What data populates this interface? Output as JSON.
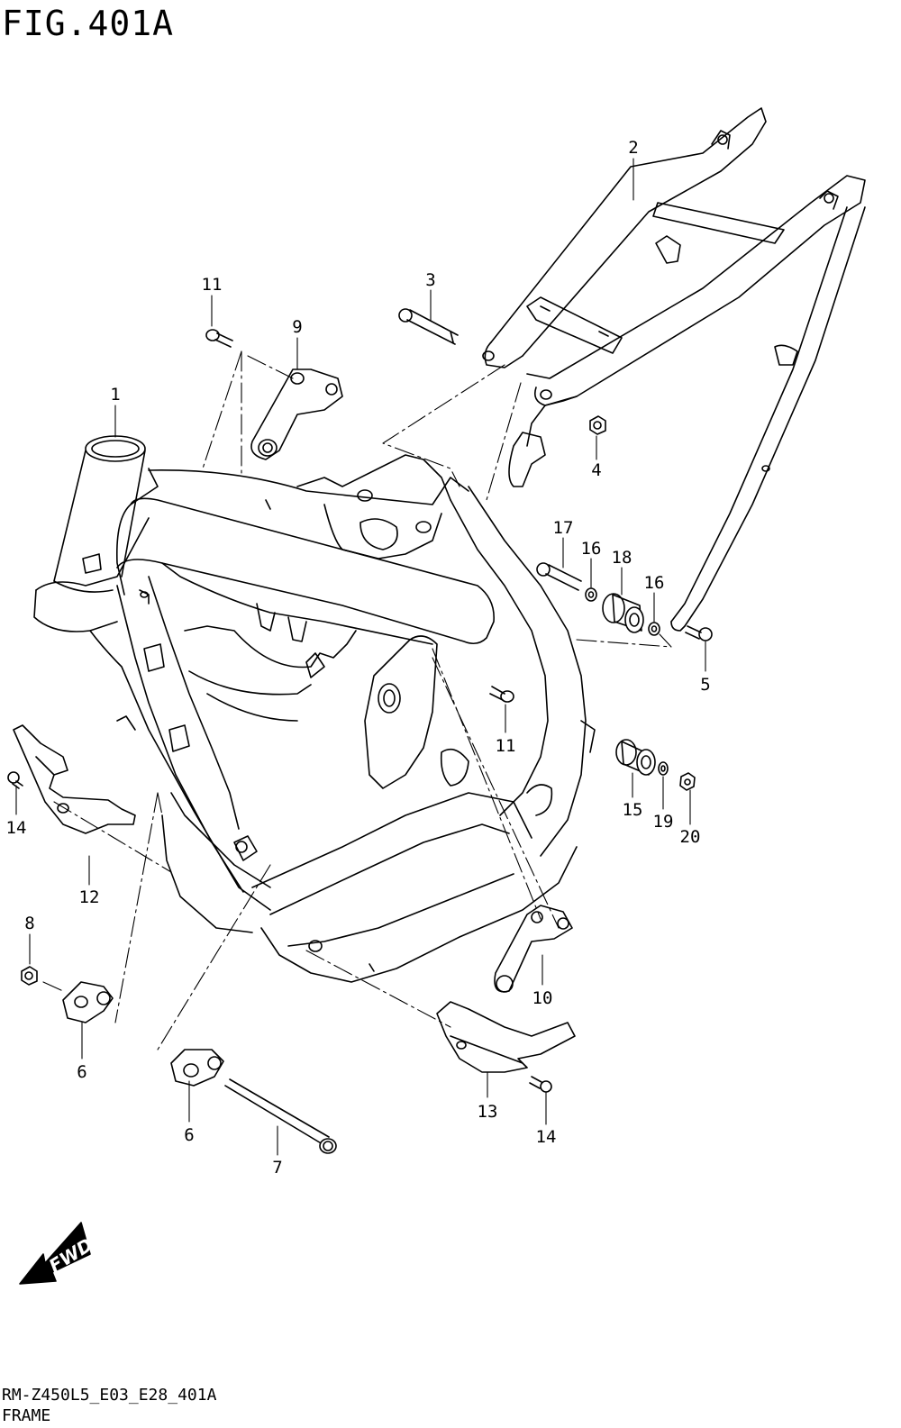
{
  "figure": {
    "title": "FIG.401A",
    "footer_code": "RM-Z450L5_E03_E28_401A",
    "footer_name": "FRAME"
  },
  "callouts": [
    {
      "id": "c1",
      "label": "1"
    },
    {
      "id": "c2",
      "label": "2"
    },
    {
      "id": "c3",
      "label": "3"
    },
    {
      "id": "c4",
      "label": "4"
    },
    {
      "id": "c5",
      "label": "5"
    },
    {
      "id": "c6a",
      "label": "6"
    },
    {
      "id": "c6b",
      "label": "6"
    },
    {
      "id": "c7",
      "label": "7"
    },
    {
      "id": "c8",
      "label": "8"
    },
    {
      "id": "c9",
      "label": "9"
    },
    {
      "id": "c10",
      "label": "10"
    },
    {
      "id": "c11a",
      "label": "11"
    },
    {
      "id": "c11b",
      "label": "11"
    },
    {
      "id": "c12",
      "label": "12"
    },
    {
      "id": "c13",
      "label": "13"
    },
    {
      "id": "c14a",
      "label": "14"
    },
    {
      "id": "c14b",
      "label": "14"
    },
    {
      "id": "c15",
      "label": "15"
    },
    {
      "id": "c16a",
      "label": "16"
    },
    {
      "id": "c16b",
      "label": "16"
    },
    {
      "id": "c17",
      "label": "17"
    },
    {
      "id": "c18",
      "label": "18"
    },
    {
      "id": "c19",
      "label": "19"
    },
    {
      "id": "c20",
      "label": "20"
    }
  ],
  "direction_arrow": {
    "label": "FWD",
    "icon": "fwd-arrow-icon"
  },
  "colors": {
    "line": "#000000",
    "background": "#ffffff"
  }
}
